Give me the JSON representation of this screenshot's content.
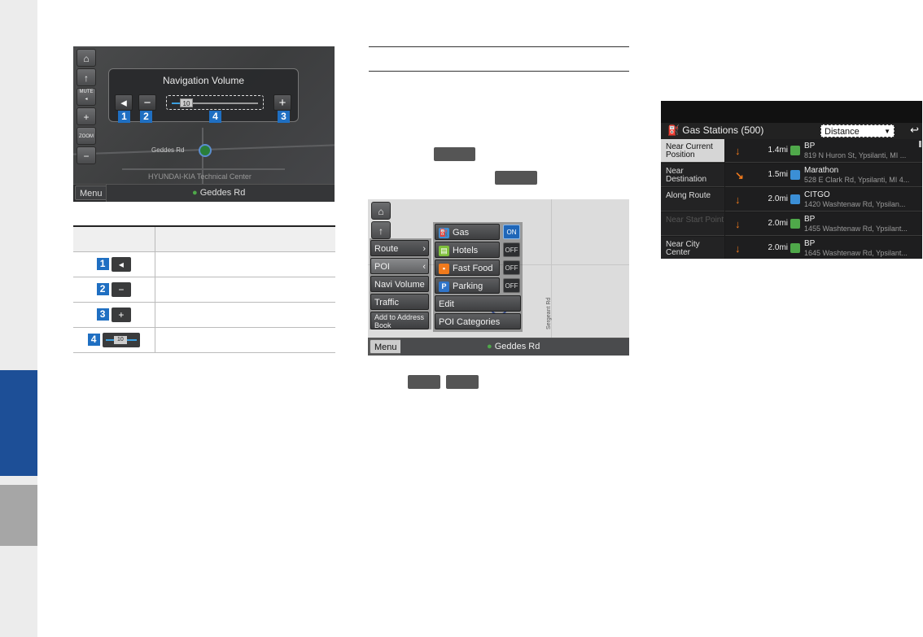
{
  "volume_screen": {
    "title": "Navigation Volume",
    "mute_label": "MUTE",
    "zoom_label": "ZOOM",
    "road_label": "Geddes Rd",
    "poi_label": "HYUNDAI-KIA Technical Center",
    "menu_label": "Menu",
    "bottom_road": "Geddes Rd",
    "slider_value": "10",
    "markers": [
      "1",
      "2",
      "3",
      "4"
    ]
  },
  "table": {
    "rows": [
      {
        "num": "1",
        "icon": "speaker-icon"
      },
      {
        "num": "2",
        "icon": "minus-icon"
      },
      {
        "num": "3",
        "icon": "plus-icon"
      },
      {
        "num": "4",
        "icon": "slider-icon",
        "value": "10"
      }
    ]
  },
  "poi_screen": {
    "side_menu": [
      "Route",
      "POI",
      "Navi Volume",
      "Traffic",
      "Add to Address Book"
    ],
    "poi_items": [
      {
        "label": "Gas Statio...",
        "toggle": "ON",
        "color": "#3b8fd6"
      },
      {
        "label": "Hotels",
        "toggle": "OFF",
        "color": "#7fbf3c"
      },
      {
        "label": "Fast Food",
        "toggle": "OFF",
        "color": "#f07a1c"
      },
      {
        "label": "Parking",
        "toggle": "OFF",
        "color": "#2f74c9"
      }
    ],
    "edit_label": "Edit",
    "categories_label": "POI Categories",
    "menu_label": "Menu",
    "bottom_road": "Geddes Rd",
    "vertical_road": "Sergeant Rd"
  },
  "gas_screen": {
    "title": "Gas Stations (500)",
    "sort_value": "Distance",
    "side_items": [
      "Near Current Position",
      "Near Destination",
      "Along Route",
      "Near Start Point",
      "Near City Center"
    ],
    "rows": [
      {
        "arrow": "↓",
        "dist": "1.4mi",
        "icon": "#4fa84a",
        "brand": "BP",
        "addr": "819 N Huron St, Ypsilanti, MI ..."
      },
      {
        "arrow": "↘",
        "dist": "1.5mi",
        "icon": "#3b8fd6",
        "brand": "Marathon",
        "addr": "528 E Clark Rd, Ypsilanti, MI 4..."
      },
      {
        "arrow": "↓",
        "dist": "2.0mi",
        "icon": "#3b8fd6",
        "brand": "CITGO",
        "addr": "1420 Washtenaw Rd, Ypsilan..."
      },
      {
        "arrow": "↓",
        "dist": "2.0mi",
        "icon": "#4fa84a",
        "brand": "BP",
        "addr": "1455 Washtenaw Rd, Ypsilant..."
      },
      {
        "arrow": "↓",
        "dist": "2.0mi",
        "icon": "#4fa84a",
        "brand": "BP",
        "addr": "1645 Washtenaw Rd, Ypsilant..."
      }
    ]
  }
}
